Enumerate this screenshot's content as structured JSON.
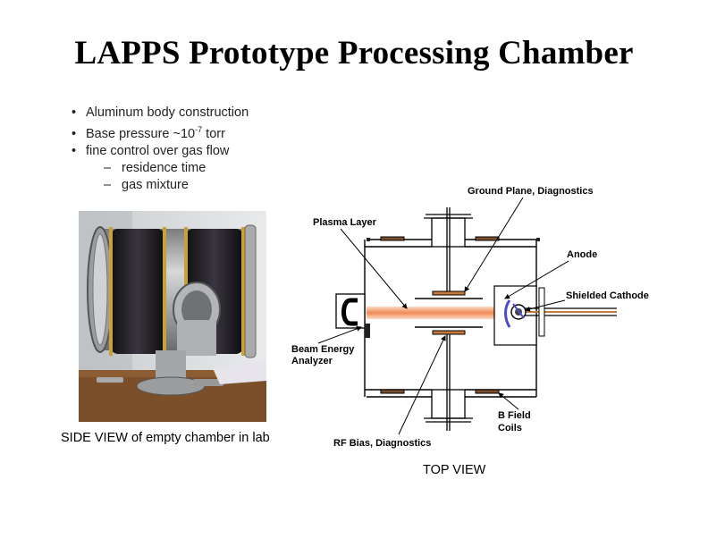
{
  "slide": {
    "title": "LAPPS Prototype Processing Chamber",
    "bullets": [
      "Aluminum body construction",
      "fine control over gas flow"
    ],
    "pressure": {
      "prefix": "Base pressure ~10",
      "exponent": "-7",
      "suffix": " torr"
    },
    "sub_bullets": [
      "residence time",
      "gas mixture"
    ],
    "photo_caption": "SIDE VIEW of empty chamber in lab",
    "diagram_caption": "TOP VIEW",
    "labels": {
      "ground_plane": "Ground Plane, Diagnostics",
      "plasma_layer": "Plasma Layer",
      "anode": "Anode",
      "shielded_cathode": "Shielded Cathode",
      "beam_energy_1": "Beam Energy",
      "beam_energy_2": "Analyzer",
      "b_field_1": "B Field",
      "b_field_2": "Coils",
      "rf_bias": "RF Bias, Diagnostics"
    },
    "colors": {
      "beam": "#f4a07a",
      "coil": "#2a2a2a",
      "copper": "#c47a3a"
    }
  }
}
